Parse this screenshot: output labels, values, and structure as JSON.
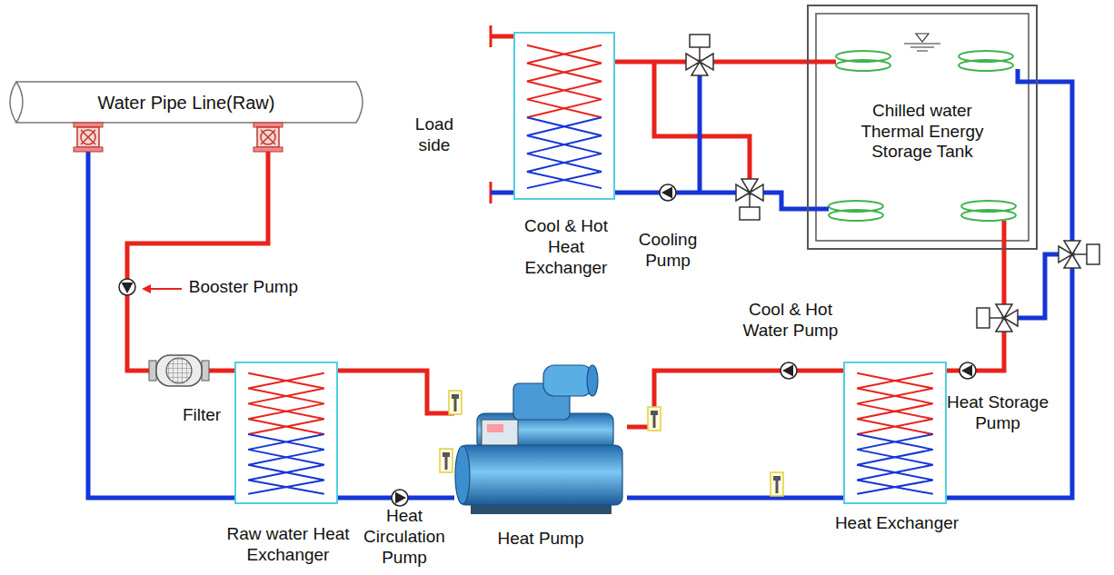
{
  "diagram": {
    "nodes": [
      {
        "text": [
          "Water Pipe Line(Raw)"
        ]
      },
      {
        "text": [
          "Cool & Hot Heat Exchanger"
        ]
      },
      {
        "text": [
          "Chilled water Thermal Energy Storage Tank"
        ]
      },
      {
        "text": [
          "Raw water Heat Exchanger"
        ]
      },
      {
        "text": [
          "Heat Pump"
        ]
      },
      {
        "text": [
          "Heat Exchanger"
        ]
      }
    ],
    "edges": [
      {
        "from": 0,
        "to": 3,
        "arrow": "none"
      },
      {
        "from": 0,
        "to": 3,
        "arrow": "none"
      },
      {
        "from": 3,
        "to": 4,
        "arrow": "none"
      },
      {
        "from": 3,
        "to": 4,
        "arrow": "none"
      },
      {
        "from": 4,
        "to": 5,
        "arrow": "none"
      },
      {
        "from": 4,
        "to": 5,
        "arrow": "none"
      },
      {
        "from": 5,
        "to": 2,
        "arrow": "none"
      },
      {
        "from": 5,
        "to": 2,
        "arrow": "none"
      },
      {
        "from": 2,
        "to": 1,
        "arrow": "none"
      },
      {
        "from": 2,
        "to": 1,
        "arrow": "none"
      }
    ],
    "labels": [
      "Load side",
      "Booster Pump",
      "Filter",
      "Heat Circulation Pump",
      "Cooling Pump",
      "Cool & Hot Water Pump",
      "Heat Storage Pump"
    ]
  }
}
